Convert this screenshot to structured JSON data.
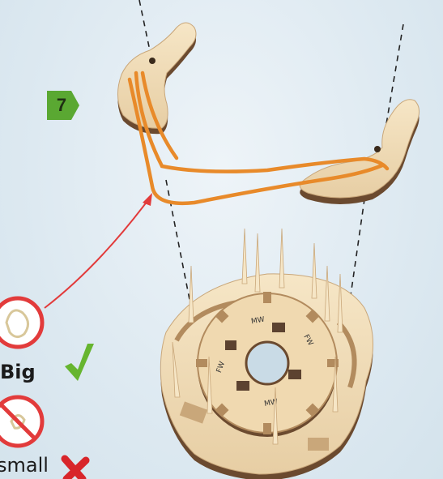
{
  "step": {
    "number": "7",
    "badge_color": "#5aa832"
  },
  "band_size_guide": {
    "big": {
      "label": "Big",
      "verdict": "correct"
    },
    "small": {
      "label": "small",
      "verdict": "incorrect"
    }
  },
  "gear_labels": [
    "MW",
    "FW",
    "MW",
    "FW"
  ],
  "colors": {
    "band": "#e88a2a",
    "wood": "#f1dcb6",
    "wood_edge": "#6b4a2f",
    "indicator_ring": "#e23b3b",
    "check": "#66b52f",
    "cross": "#d8252a"
  }
}
